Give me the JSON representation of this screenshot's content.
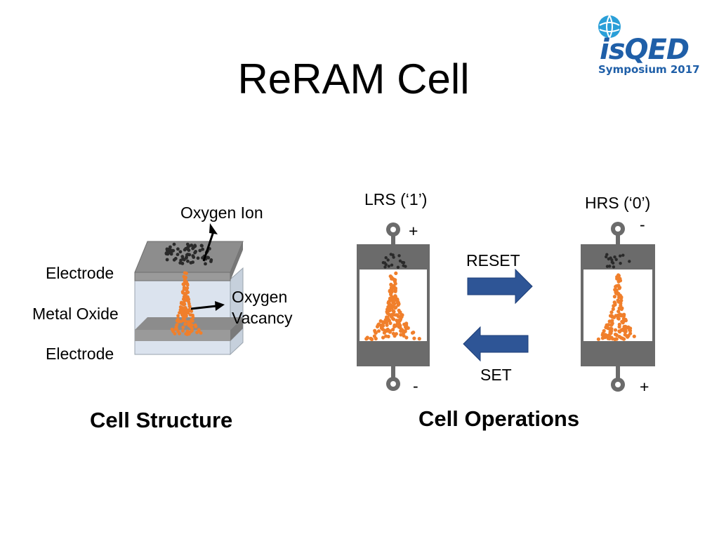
{
  "slide": {
    "title": "ReRAM Cell"
  },
  "logo": {
    "brand": "isQED",
    "subtitle": "Symposium 2017",
    "brand_color": "#1f5fa8",
    "globe_color": "#2a9fd8"
  },
  "structure": {
    "oxygen_ion_label": "Oxygen Ion",
    "top_electrode_label": "Electrode",
    "metal_oxide_label": "Metal Oxide",
    "bottom_electrode_label": "Electrode",
    "oxygen_vacancy_label_line1": "Oxygen",
    "oxygen_vacancy_label_line2": "Vacancy",
    "caption": "Cell Structure"
  },
  "operations": {
    "lrs_label": "LRS (‘1’)",
    "hrs_label": "HRS (‘0’)",
    "lrs_top_polarity": "+",
    "lrs_bottom_polarity": "-",
    "hrs_top_polarity": "-",
    "hrs_bottom_polarity": "+",
    "reset_label": "RESET",
    "set_label": "SET",
    "caption": "Cell Operations"
  },
  "colors": {
    "electrode": "#6b6b6b",
    "filament": "#f07f2b",
    "ion": "#2a2a2a",
    "arrow": "#2e5596",
    "oxide": "#dbe3ee"
  }
}
